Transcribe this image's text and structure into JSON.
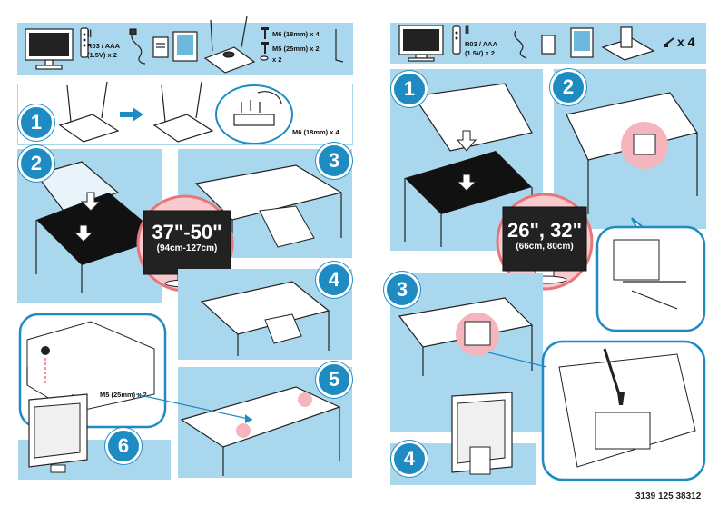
{
  "left_page": {
    "accessories": {
      "battery_label": "R03 / AAA",
      "battery_voltage": "(1.5V) x 2",
      "screw_m6": "M6 (18mm) x 4",
      "screw_m5": "M5 (25mm) x 2",
      "spacer": "x 2"
    },
    "steps": [
      "1",
      "2",
      "3",
      "4",
      "5",
      "6"
    ],
    "step1_screw": "M6 (18mm) x 4",
    "step6_screw": "M5 (25mm) x 2",
    "size_badge": {
      "size": "37\"-50\"",
      "metric": "(94cm-127cm)"
    }
  },
  "right_page": {
    "accessories": {
      "battery_label": "R03 / AAA",
      "battery_voltage": "(1.5V) x 2",
      "screw_qty": "x 4"
    },
    "steps": [
      "1",
      "2",
      "3",
      "4"
    ],
    "size_badge": {
      "size": "26\", 32\"",
      "metric": "(66cm, 80cm)"
    },
    "doc_code": "3139 125 38312"
  },
  "colors": {
    "panel": "#a9d8ee",
    "badge": "#1e8bc3",
    "highlight": "#e8747c"
  }
}
